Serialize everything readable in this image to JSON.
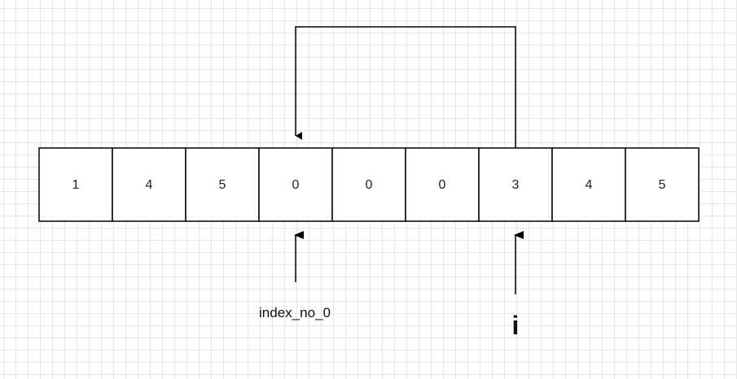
{
  "array": {
    "values": [
      "1",
      "4",
      "5",
      "0",
      "0",
      "0",
      "3",
      "4",
      "5"
    ]
  },
  "pointers": {
    "left_label": "index_no_0",
    "right_label": "i"
  }
}
